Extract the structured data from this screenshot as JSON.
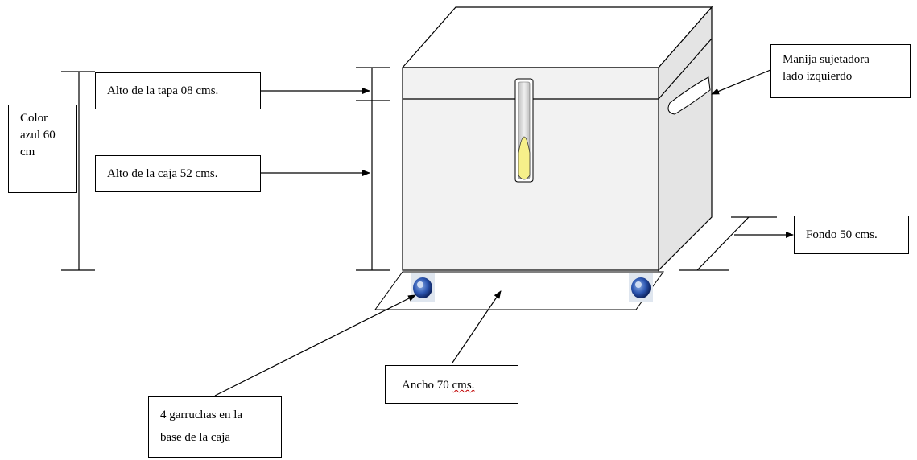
{
  "labels": {
    "color": "Color\nazul 60\ncm",
    "tapa": "Alto de la tapa 08 cms.",
    "caja": "Alto de la caja 52 cms.",
    "manija": "Manija sujetadora\nlado izquierdo",
    "fondo": "Fondo 50 cms.",
    "ancho_prefix": "Ancho 70 ",
    "ancho_unit": "cms.",
    "ruedas": "4 garruchas en la\nbase de la caja"
  },
  "colors": {
    "front": "#f2f2f2",
    "top": "#ffffff",
    "side": "#e4e4e4",
    "latch": "#d9d9d9",
    "latch_tip": "#f6f08a",
    "wheel": "#1f3f8f"
  },
  "icons": {
    "wheel": "caster-wheel-icon",
    "handle": "handle-icon",
    "latch": "latch-icon"
  }
}
